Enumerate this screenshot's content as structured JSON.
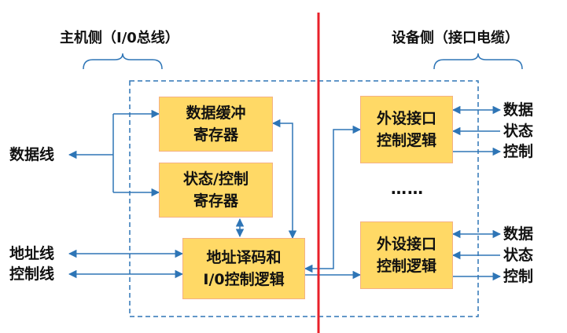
{
  "sides": {
    "host": {
      "title": "主机侧（I/0总线）"
    },
    "device": {
      "title": "设备侧（接口电缆）"
    }
  },
  "blocks": {
    "data_buffer": [
      "数据缓冲",
      "寄存器"
    ],
    "status_control": [
      "状态/控制",
      "寄存器"
    ],
    "addr_decode": [
      "地址译码和",
      "I/0控制逻辑"
    ],
    "device_logic_1": [
      "外设接口",
      "控制逻辑"
    ],
    "device_logic_2": [
      "外设接口",
      "控制逻辑"
    ]
  },
  "host_signals": {
    "data_line": "数据线",
    "address_line": "地址线",
    "control_line": "控制线"
  },
  "device_signals": {
    "group_1": [
      "数据",
      "状态",
      "控制"
    ],
    "group_2": [
      "数据",
      "状态",
      "控制"
    ]
  },
  "ellipsis": "……",
  "colors": {
    "block_fill": "#ffd966",
    "block_border": "#f4b183",
    "wire": "#2e75b6",
    "boundary_box": "#2e75b6",
    "divider": "#e8202a"
  }
}
